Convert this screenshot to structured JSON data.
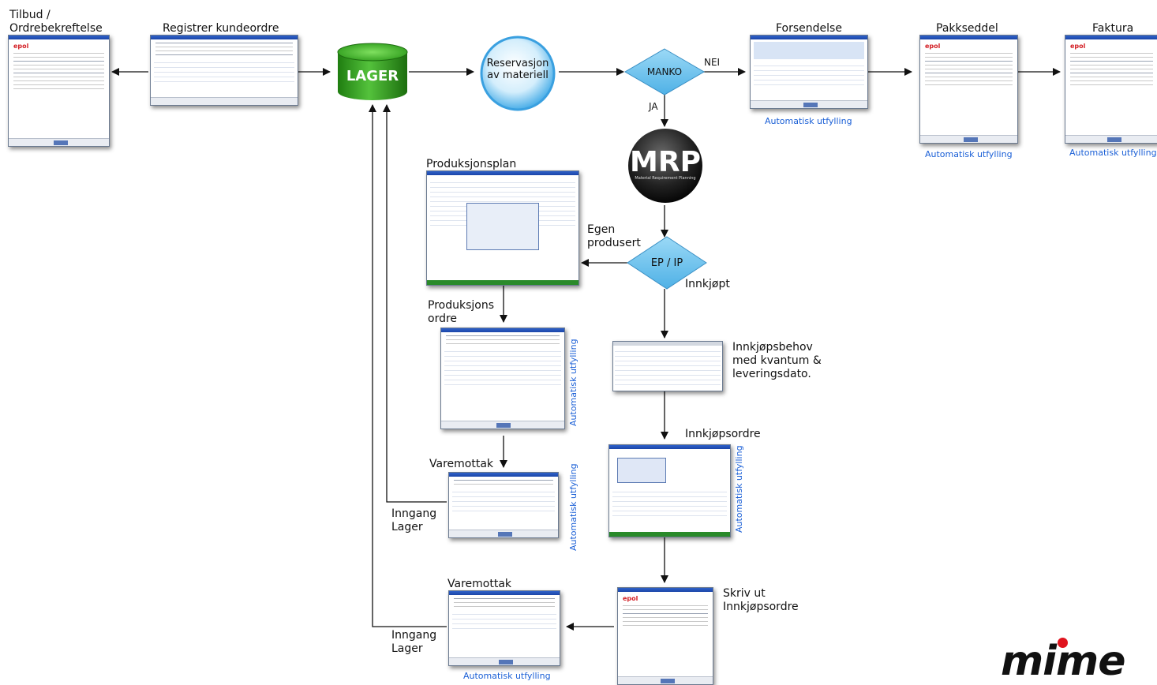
{
  "nodes": {
    "tilbud": "Tilbud /\nOrdrebekreftelse",
    "registrer": "Registrer kundeordre",
    "lager": "LAGER",
    "reservasjon": "Reservasjon\nav materiell",
    "manko": "MANKO",
    "nei": "NEI",
    "ja": "JA",
    "forsendelse": "Forsendelse",
    "pakkseddel": "Pakkseddel",
    "faktura": "Faktura",
    "mrp": "MRP",
    "mrp_sub": "Material Requirement Planning",
    "produksjonsplan": "Produksjonsplan",
    "egen_produsert": "Egen\nprodusert",
    "ep_ip": "EP / IP",
    "innkjopt": "Innkjøpt",
    "produksjons_ordre": "Produksjons\nordre",
    "innkjopsbehov": "Innkjøpsbehov\nmed kvantum &\nleveringsdato.",
    "innkjopsordre": "Innkjøpsordre",
    "varemottak_1": "Varemottak",
    "inngang_lager_1": "Inngang\nLager",
    "skriv_ut": "Skriv ut\nInnkjøpsordre",
    "varemottak_2": "Varemottak",
    "inngang_lager_2": "Inngang\nLager"
  },
  "auto_fill": {
    "forsendelse": "Automatisk utfylling",
    "pakkseddel": "Automatisk utfylling",
    "faktura": "Automatisk utfylling",
    "produksjonsordre": "Automatisk utfylling",
    "varemottak_1": "Automatisk utfylling",
    "innkjopsordre": "Automatisk utfylling",
    "varemottak_2": "Automatisk utfylling"
  },
  "doc_logo": "epol",
  "brand": "mime",
  "colors": {
    "lager_green": "#2f9a1c",
    "reservasjon_blue": "#5fb8ee",
    "diamond_blue": "#6ec4ee",
    "mrp_dark": "#1c1c1c",
    "link_blue": "#1a5fd6",
    "brand_red": "#e0141e"
  }
}
